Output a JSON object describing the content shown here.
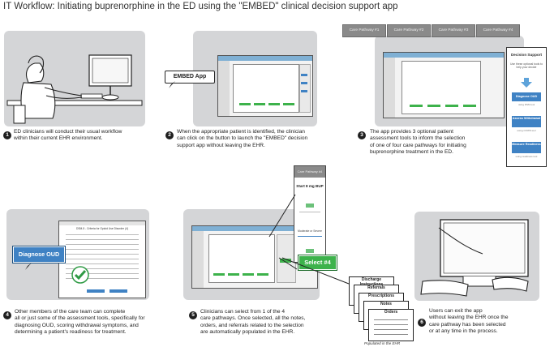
{
  "title": "IT Workflow: Initiating buprenorphine in the ED using the \"EMBED\" clinical decision support app",
  "steps": [
    {
      "num": "1",
      "text": "ED clinicians will conduct their usual workflow\nwithin their current EHR environment."
    },
    {
      "num": "2",
      "text": "When the appropriate patient is identified, the clinician\ncan click on the button to launch the \"EMBED\" decision\nsupport app without leaving the EHR."
    },
    {
      "num": "3",
      "text": "The app provides 3 optional patient\nassessment tools to inform the selection\nof one of four care pathways for initiating\nbuprenorphine treatment in the ED."
    },
    {
      "num": "4",
      "text": "Other members of the care team can complete\nall or just some of the assessment tools, specifically for\ndiagnosing OUD, scoring withdrawal symptoms, and\ndetermining a patient's readiness for treatment."
    },
    {
      "num": "5",
      "text": "Clinicians can select from 1 of the 4\ncare pathways. Once selected, all the notes,\norders, and referrals related to the selection\nare automatically populated in the EHR."
    },
    {
      "num": "6",
      "text": "Users can exit the app\nwithout leaving the EHR once the\ncare pathway has been selected\nor at any time in the process."
    }
  ],
  "embed_button": "EMBED App",
  "care_pathways": [
    "Care Pathway #1",
    "Care Pathway #2",
    "Care Pathway #3",
    "Care Pathway #4"
  ],
  "decision_support": {
    "title": "Decision Support",
    "intro": "Use these optional tools to help your decide",
    "buttons": [
      "Diagnose OUD",
      "Assess Withdrawal",
      "Measure Readiness"
    ],
    "sublabels": [
      "using DSM tool",
      "using COWS tool",
      "using readiness tool"
    ]
  },
  "diagnose_callout": "Diagnose OUD",
  "dsm_header": "DSM-5 - Criteria for Opioid Use Disorder (4)",
  "pathway_card": {
    "header": "Care Pathway #4",
    "subtitle": "Start 8 mg BUP",
    "lower": "Moderate or Severe"
  },
  "select_button": "Select #4",
  "documents": [
    "Discharge Instructions",
    "Referrals",
    "Prescriptions",
    "Notes",
    "Orders"
  ],
  "populated_caption": "Populated in the EHR"
}
